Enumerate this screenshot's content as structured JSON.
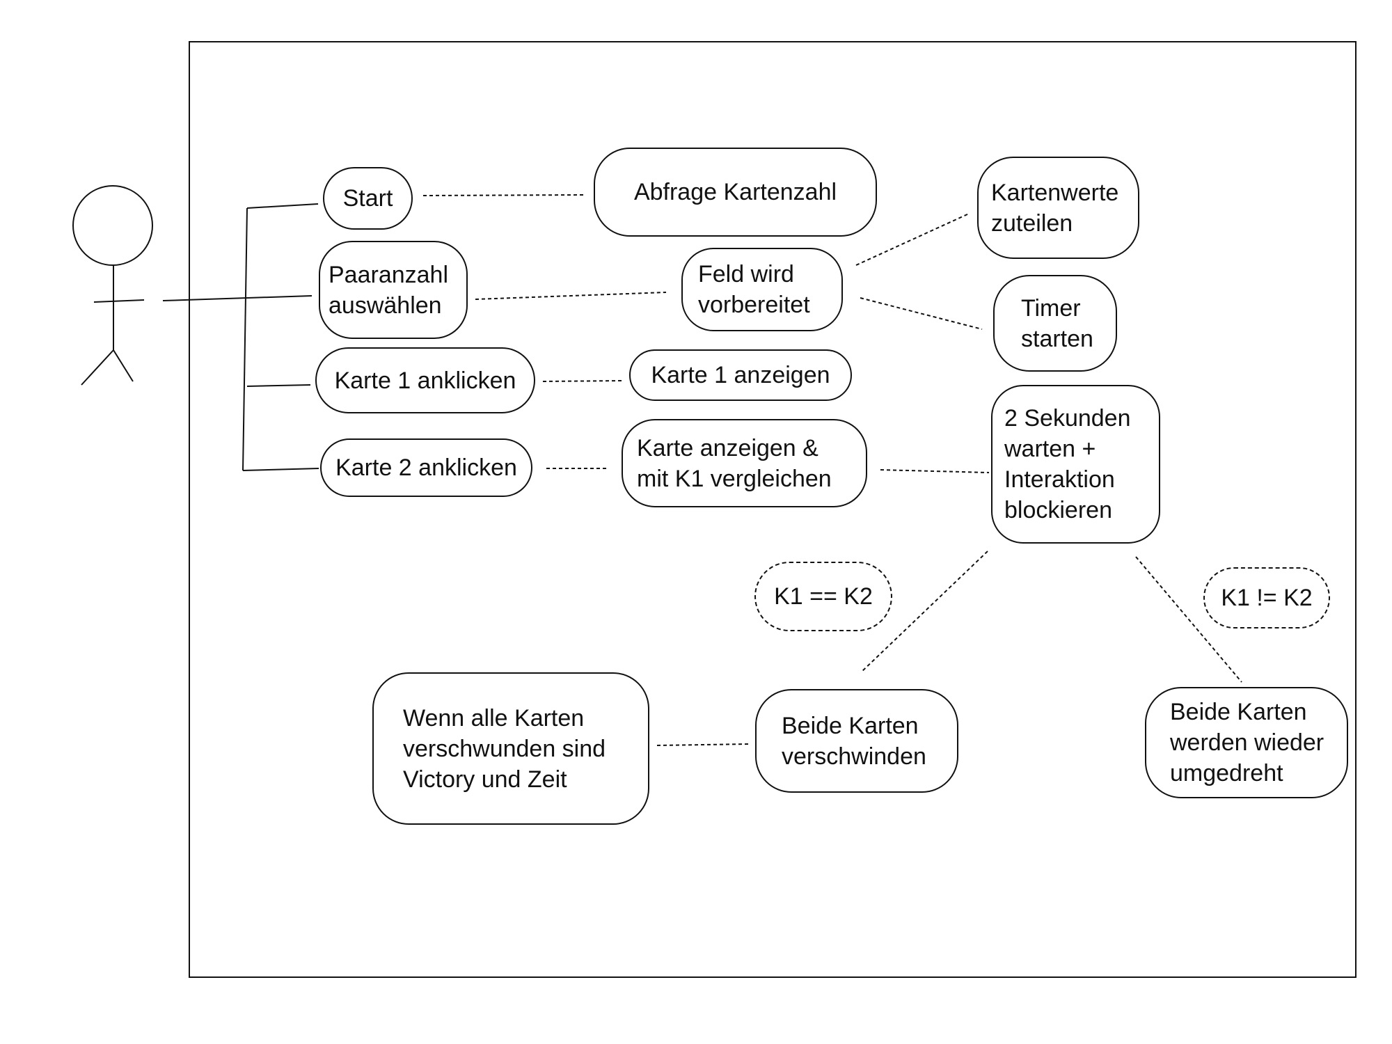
{
  "use_cases": {
    "start": "Start",
    "abfrage": "Abfrage Kartenzahl",
    "kartenwerte": "Kartenwerte\nzuteilen",
    "paaranzahl": "Paaranzahl\nauswählen",
    "feld": "Feld wird\nvorbereitet",
    "timer": "Timer\nstarten",
    "karte1_klick": "Karte 1 anklicken",
    "karte1_anzeigen": "Karte 1 anzeigen",
    "karte2_klick": "Karte 2 anklicken",
    "vergleichen": "Karte anzeigen &\nmit K1 vergleichen",
    "warten": "2 Sekunden\nwarten +\nInteraktion\nblockieren",
    "cond_equal": "K1 == K2",
    "cond_notequal": "K1 != K2",
    "victory": "Wenn alle Karten\nverschwunden sind\nVictory und Zeit",
    "verschwinden": "Beide Karten\nverschwinden",
    "umgedreht": "Beide Karten\nwerden wieder\numgedreht"
  }
}
